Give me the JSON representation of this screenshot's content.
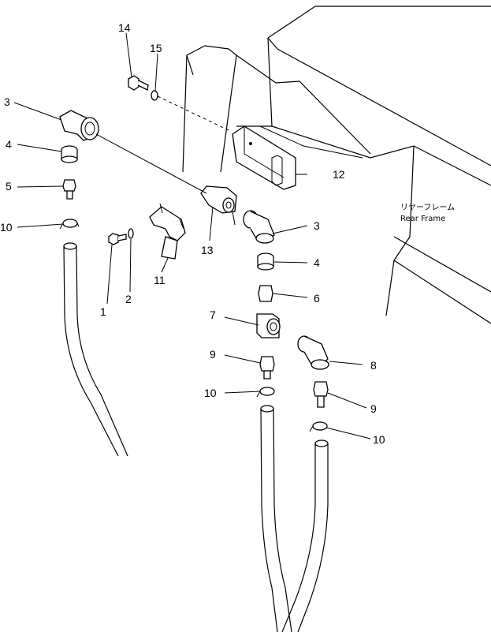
{
  "frame_caption": {
    "japanese": "リヤーフレーム",
    "english": "Rear Frame"
  },
  "callouts": {
    "c1": "1",
    "c2": "2",
    "c3a": "3",
    "c3b": "3",
    "c4a": "4",
    "c4b": "4",
    "c5": "5",
    "c6": "6",
    "c7": "7",
    "c8": "8",
    "c9a": "9",
    "c9b": "9",
    "c10a": "10",
    "c10b": "10",
    "c10c": "10",
    "c11": "11",
    "c12": "12",
    "c13": "13",
    "c14": "14",
    "c15": "15"
  }
}
